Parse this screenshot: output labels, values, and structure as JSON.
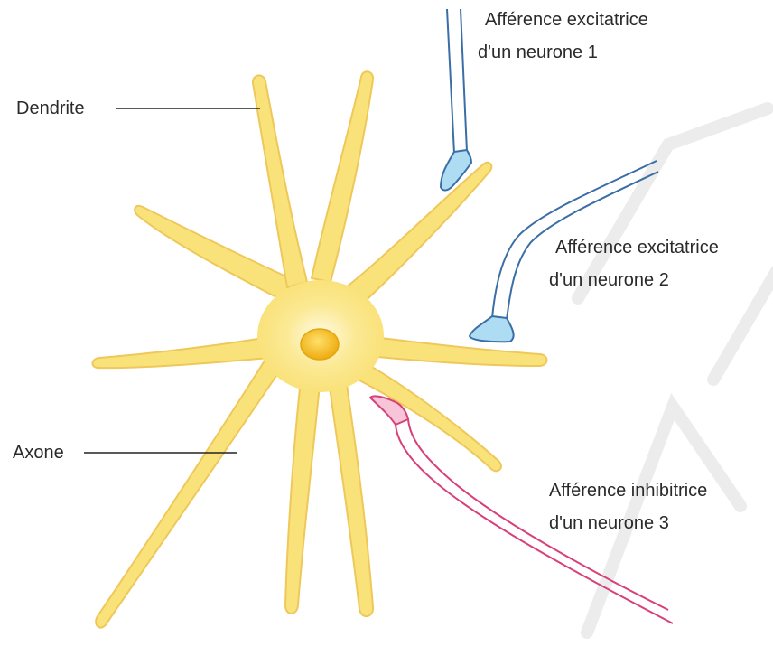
{
  "labels": {
    "dendrite": "Dendrite",
    "axon": "Axone",
    "afferent1_line1": "Afférence excitatrice",
    "afferent1_line2": "d'un neurone 1",
    "afferent2_line1": "Afférence excitatrice",
    "afferent2_line2": "d'un neurone 2",
    "afferent3_line1": "Afférence inhibitrice",
    "afferent3_line2": "d'un neurone 3"
  },
  "colors": {
    "neuron_fill": "#fae27a",
    "neuron_stroke": "#eec85a",
    "nucleus": "#f2b817",
    "excitatory_stroke": "#3a6ea5",
    "excitatory_fill": "#aedcf2",
    "inhibitory_stroke": "#d8407a",
    "inhibitory_fill": "#f7c4d8",
    "leader_line": "#222222",
    "watermark": "#e6e6e6"
  },
  "icons": {
    "neuron": "neuron-cell-icon",
    "nucleus": "nucleus-icon",
    "synapse_excitatory": "excitatory-synapse-icon",
    "synapse_inhibitory": "inhibitory-synapse-icon"
  }
}
